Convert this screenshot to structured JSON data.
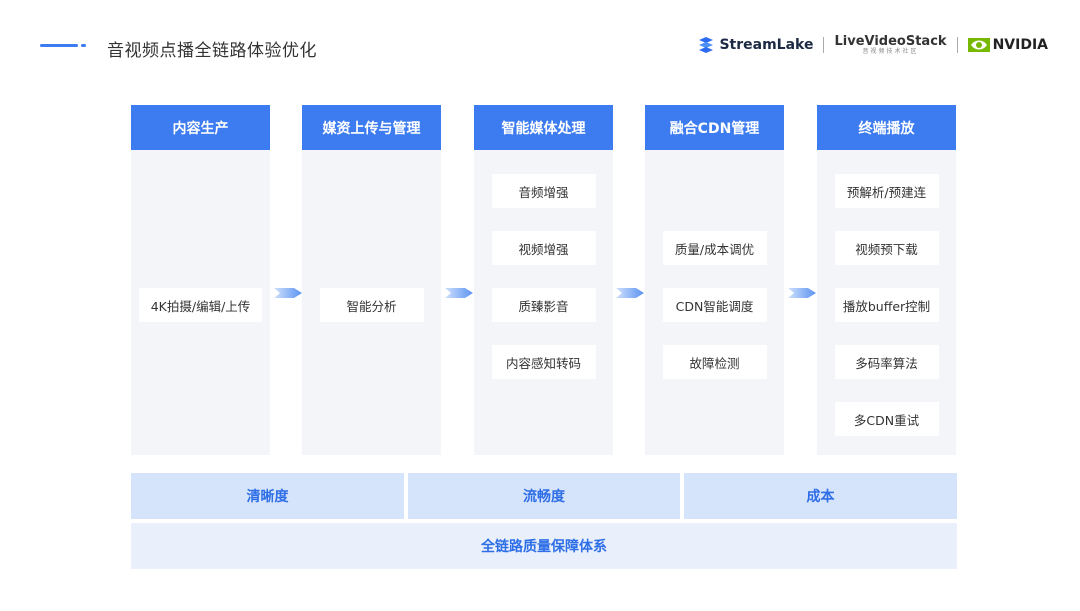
{
  "header": {
    "title": "音视频点播全链路体验优化"
  },
  "logos": {
    "streamlake": "StreamLake",
    "livevideostack": "LiveVideoStack",
    "livevideostack_sub": "音视频技术社区",
    "nvidia": "NVIDIA"
  },
  "columns": [
    {
      "title": "内容生产",
      "items": [
        "4K拍摄/编辑/上传"
      ]
    },
    {
      "title": "媒资上传与管理",
      "items": [
        "智能分析"
      ]
    },
    {
      "title": "智能媒体处理",
      "items": [
        "音频增强",
        "视频增强",
        "质臻影音",
        "内容感知转码"
      ]
    },
    {
      "title": "融合CDN管理",
      "items": [
        "质量/成本调优",
        "CDN智能调度",
        "故障检测"
      ]
    },
    {
      "title": "终端播放",
      "items": [
        "预解析/预建连",
        "视频预下载",
        "播放buffer控制",
        "多码率算法",
        "多CDN重试"
      ]
    }
  ],
  "metrics": [
    "清晰度",
    "流畅度",
    "成本"
  ],
  "base": "全链路质量保障体系",
  "colors": {
    "accent": "#3d7cf0",
    "metric_bg": "#d6e4fb",
    "base_bg": "#e9f0fc",
    "column_bg": "#f4f5f8"
  }
}
